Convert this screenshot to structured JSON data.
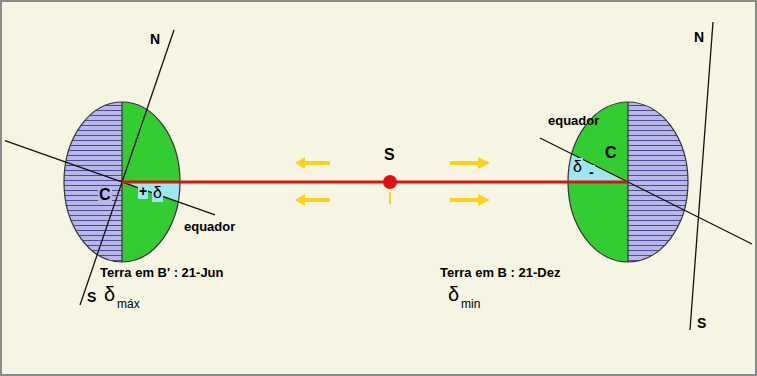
{
  "diagram": {
    "labels": [
      "N",
      "N",
      "equador",
      "S",
      "C",
      "δ",
      "-",
      "C",
      "+",
      "δ",
      "equador",
      "Terra em B' : 21-Jun",
      "Terra em B : 21-Dez",
      "δ",
      "máx",
      "S",
      "δ",
      "min",
      "S"
    ]
  }
}
